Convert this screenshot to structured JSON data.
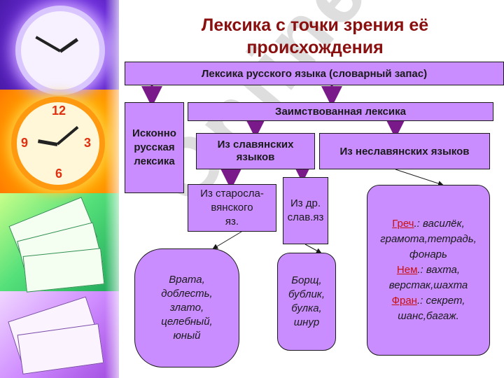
{
  "title": {
    "line1": "Лексика с точки зрения её",
    "line2": "происхождения"
  },
  "diagram": {
    "root": "Лексика русского языка (словарный запас)",
    "native": [
      "Исконно",
      "русская",
      "лексика"
    ],
    "borrowed_prefix": "Заимствован",
    "borrowed_rest": "ная лексика",
    "slavic": [
      "Из славянских",
      "языков"
    ],
    "nonslavic": "Из неславянских языков",
    "oldslav": [
      "Из старосла-",
      "вянского",
      "яз."
    ],
    "otherslav": [
      "Из др.",
      "слав.яз"
    ],
    "examples_oldslav": [
      "Врата,",
      "доблесть,",
      "злато,",
      "целебный,",
      "юный"
    ],
    "examples_otherslav": [
      "Борщ,",
      "бублик,",
      "булка,",
      "шнур"
    ],
    "examples_nonslavic": {
      "greek_label": "Греч",
      "greek_words": [
        ".: василёк,",
        "грамота,тетрадь,",
        "фонарь"
      ],
      "german_label": "Нем",
      "german_words": [
        ".: вахта,",
        "верстак,шахта"
      ],
      "french_label": "Фран",
      "french_words": [
        ".: секрет,",
        "шанс,багаж."
      ]
    }
  },
  "watermark": "Online",
  "colors": {
    "box_fill": "#c98dff",
    "arrow": "#7a1a8a",
    "title": "#8a1010",
    "language_label": "#c81010"
  }
}
